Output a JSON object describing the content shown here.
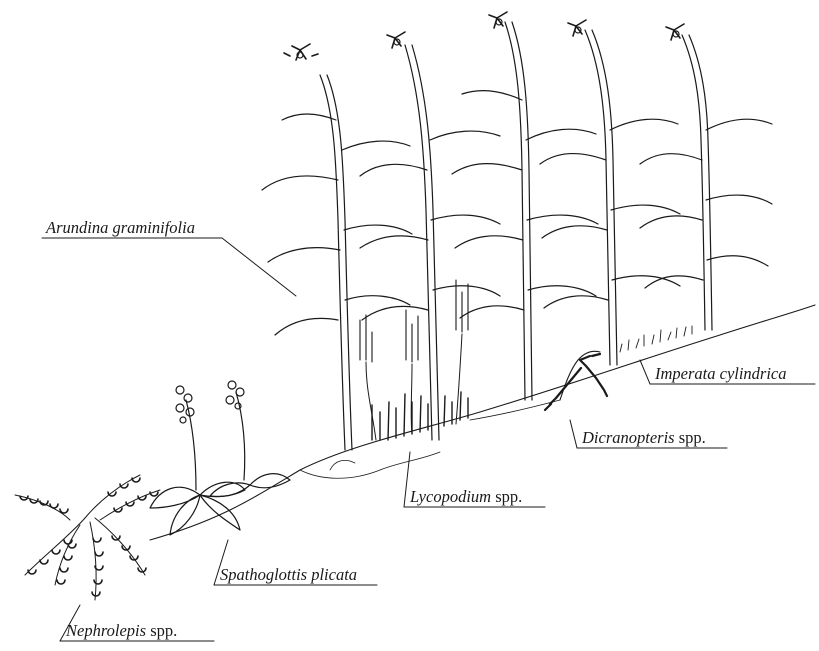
{
  "labels": {
    "arundina": {
      "species": "Arundina graminifolia",
      "suffix": ""
    },
    "imperata": {
      "species": "Imperata cylindrica",
      "suffix": ""
    },
    "dicranopteris": {
      "species": "Dicranopteris",
      "suffix": " spp."
    },
    "lycopodium": {
      "species": "Lycopodium",
      "suffix": " spp."
    },
    "spathoglottis": {
      "species": "Spathoglottis plicata",
      "suffix": ""
    },
    "nephrolepis": {
      "species": "Nephrolepis",
      "suffix": " spp."
    }
  },
  "colors": {
    "ink": "#1a1a1a",
    "paper": "#ffffff"
  }
}
